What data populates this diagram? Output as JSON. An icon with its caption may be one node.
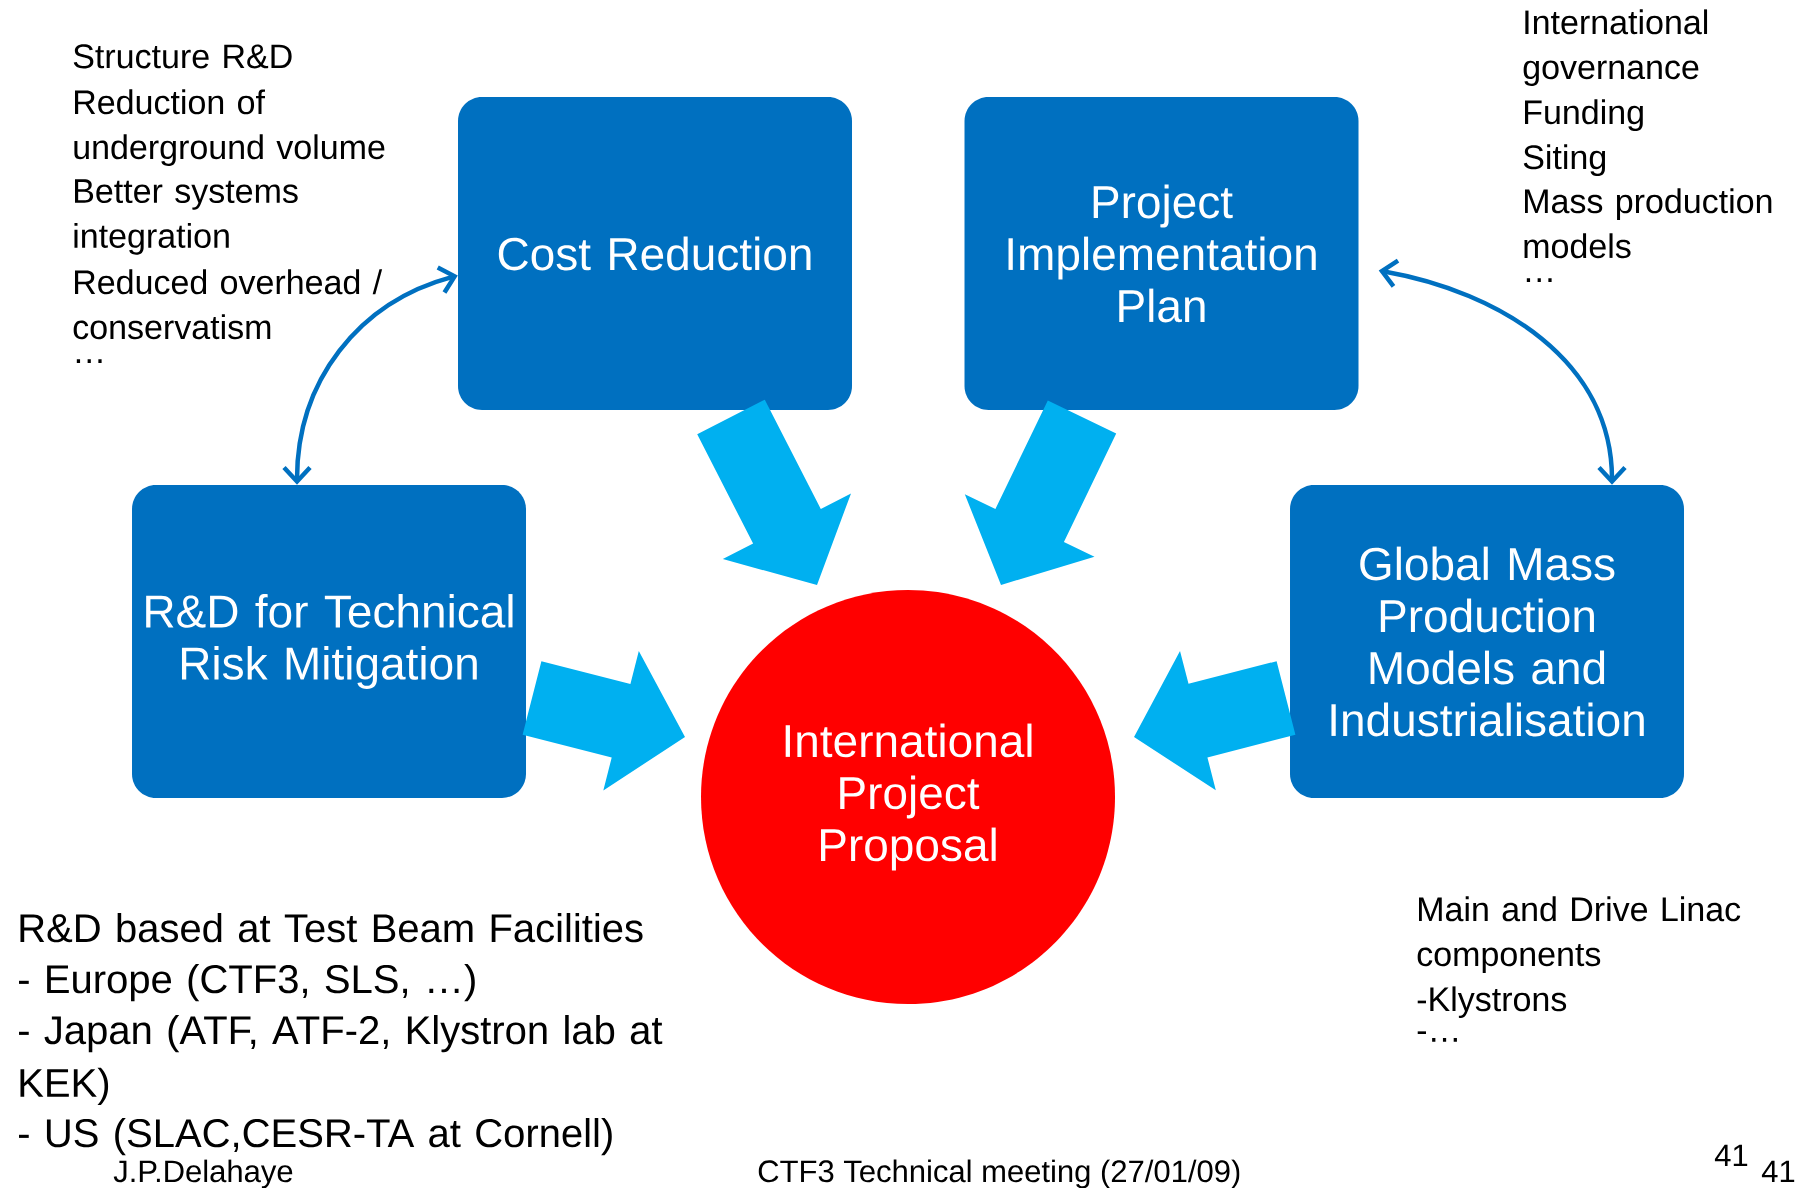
{
  "diagram": {
    "nodes": [
      {
        "text": [
          "Cost Reduction"
        ]
      },
      {
        "text": [
          "Project Implementation Plan"
        ]
      },
      {
        "text": [
          "R&D for Technical Risk Mitigation"
        ]
      },
      {
        "text": [
          "Global Mass Production Models and Industrialisation"
        ]
      },
      {
        "text": [
          "International Project Proposal"
        ]
      }
    ],
    "edges": [
      {
        "from": 0,
        "to": 4,
        "arrow": "to",
        "style": "thick",
        "color": "#00b0f0"
      },
      {
        "from": 1,
        "to": 4,
        "arrow": "to",
        "style": "thick",
        "color": "#00b0f0"
      },
      {
        "from": 2,
        "to": 4,
        "arrow": "to",
        "style": "thick",
        "color": "#00b0f0"
      },
      {
        "from": 3,
        "to": 4,
        "arrow": "to",
        "style": "thick",
        "color": "#00b0f0"
      },
      {
        "from": 0,
        "to": 2,
        "arrow": "both",
        "color": "#0070c0"
      },
      {
        "from": 1,
        "to": 3,
        "arrow": "both",
        "color": "#0070c0"
      }
    ],
    "labels": [
      "Structure R&D",
      "Reduction of underground volume",
      "Better systems integration",
      "Reduced overhead / conservatism",
      "…",
      "International governance",
      "Funding",
      "Siting",
      "Mass production models",
      "…",
      "R&D based at Test Beam Facilities",
      "- Europe (CTF3, SLS, …)",
      "- Japan (ATF, ATF-2, Klystron lab at KEK)",
      "- US (SLAC,CESR-TA at Cornell)",
      "Main and Drive Linac components",
      "-Klystrons",
      "-…",
      "J.P.Delahaye",
      "CTF3 Technical meeting (27/01/09)",
      "41",
      "41"
    ]
  }
}
